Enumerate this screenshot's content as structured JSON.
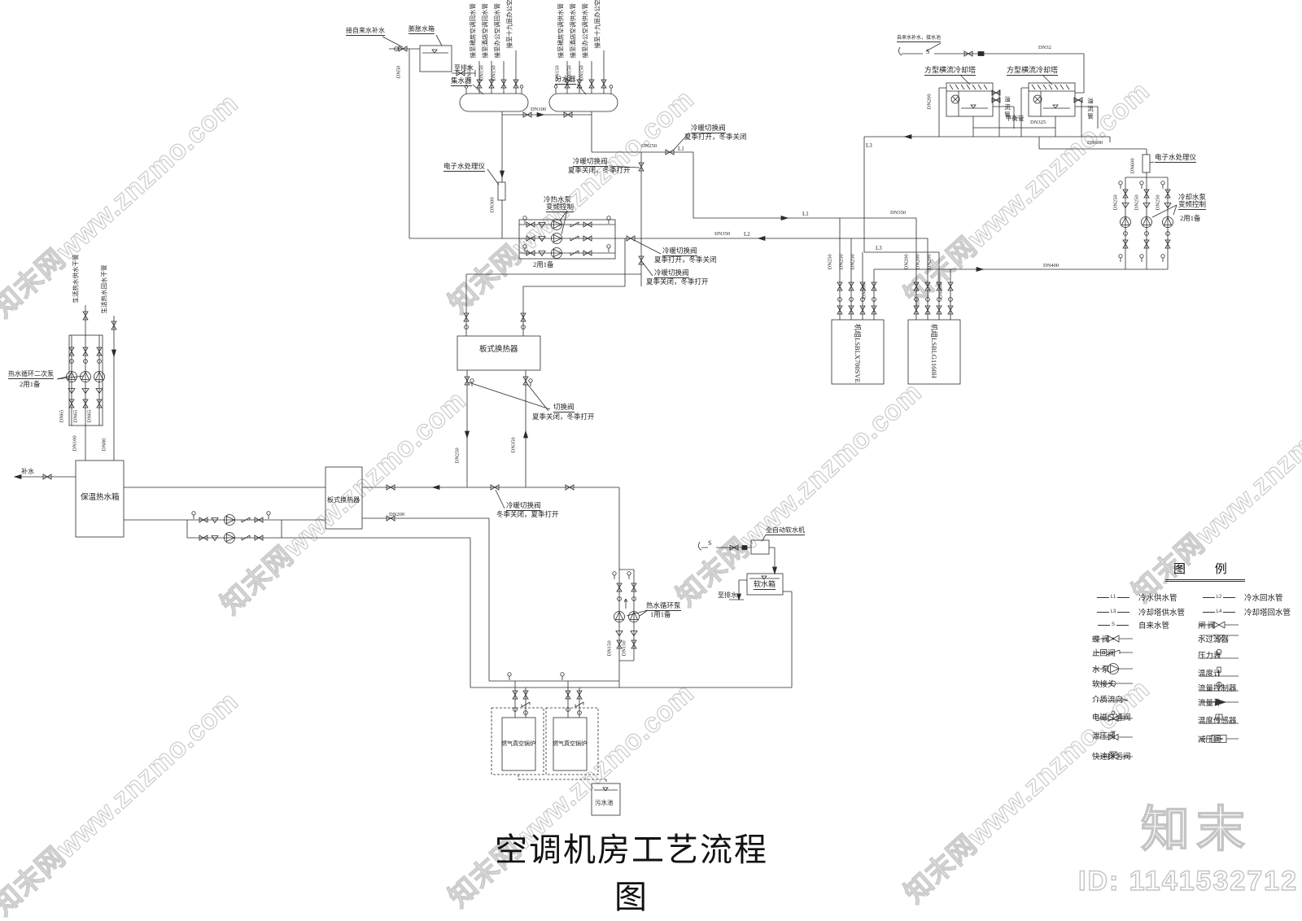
{
  "meta": {
    "title": "空调机房工艺流程图",
    "id": "ID: 1141532712",
    "logo": "知末",
    "watermark": "知末网www.znzmo.com"
  },
  "expansion": {
    "makeup": "接自来水补水",
    "tank": "膨胀水箱",
    "drain": "至排水",
    "dn": "DN50"
  },
  "manifold": {
    "collector": "集水器",
    "distributor": "分水器",
    "bypass_dn": "DN100",
    "riser_dn": "DN150",
    "col_risers": [
      "接至裙房空调回水管",
      "接至酒店空调回水管",
      "接至办公空调回水管",
      "接至十九层办公空调回水管"
    ],
    "dis_risers": [
      "接至裙房空调供水管",
      "接至酒店空调供水管",
      "接至办公空调供水管",
      "接至十九层办公空调供水管"
    ]
  },
  "towers": {
    "name": "方型横流冷却塔",
    "overflow": "溢流管",
    "balance": "平衡管",
    "dn325": "DN325",
    "dn32": "DN32",
    "makeup_note": "自来水补水，接水池",
    "s": "S",
    "dn600": "DN600",
    "dn400": "DN400",
    "dn200": "DN200"
  },
  "runs": {
    "l1": "L1",
    "l2": "L2",
    "l3": "L3",
    "dn250": "DN250",
    "dn350": "DN350",
    "dn300": "DN300"
  },
  "notes": {
    "n1t": "冷暖切换阀",
    "n1s": "夏季打开，冬季关闭",
    "n2t": "冷暖切换阀",
    "n2s": "夏季关闭，冬季打开",
    "n3t": "冷暖切换阀",
    "n3s": "夏季打开，冬季关闭",
    "n4t": "冷暖切换阀",
    "n4s": "夏季关闭，冬季打开",
    "n5t": "切换阀",
    "n5s": "夏季关闭，冬季打开",
    "n6t": "冷暖切换阀",
    "n6s": "冬季关闭，夏季打开"
  },
  "pumps": {
    "chw_t": "冷热水泵",
    "chw_s": "变频控制",
    "chw_n": "2用1备",
    "cw_t": "冷却水泵",
    "cw_s": "变频控制",
    "cw_n": "2用1备",
    "dhw_t": "热水循环二次泵",
    "dhw_n": "2用1备",
    "hwc_t": "热水循环泵",
    "hwc_n": "1用1备"
  },
  "ewt": {
    "label": "电子水处理仪"
  },
  "hx": {
    "plate": "板式换热器"
  },
  "chillers": {
    "unit1": "机组LSBLX700SVE",
    "unit2": "机组LSBLG1160H",
    "dn250": "DN250",
    "dn200": "DN200"
  },
  "left": {
    "supply": "生活热水供水干管",
    "return": "生活热水回水干管",
    "tank": "保温热水箱",
    "makeup": "补水",
    "dn65": "DN65",
    "dn100": "DN100",
    "dn80": "DN80"
  },
  "soft": {
    "softener": "全自动软水机",
    "tank": "软水箱",
    "drain": "至排水",
    "s": "S",
    "dn150": "DN150"
  },
  "boilers": {
    "name": "燃气真空锅炉",
    "sump": "污水池"
  },
  "legend": {
    "title": "图 例",
    "tags": {
      "l1": "L1",
      "l2": "L2",
      "l3": "L3",
      "l4": "L4",
      "s": "S"
    },
    "left": [
      "冷水供水管",
      "冷却塔供水管",
      "自来水管",
      "蝶 阀",
      "止回阀",
      "水 泵",
      "软接头",
      "介质流向",
      "电磁二通阀",
      "泄压阀",
      "快速排污阀"
    ],
    "right": [
      "冷水回水管",
      "冷却塔回水管",
      "闸 阀",
      "水过滤器",
      "压力表",
      "温度计",
      "流量控制器",
      "流量计",
      "温度传感器",
      "减压阀"
    ]
  }
}
